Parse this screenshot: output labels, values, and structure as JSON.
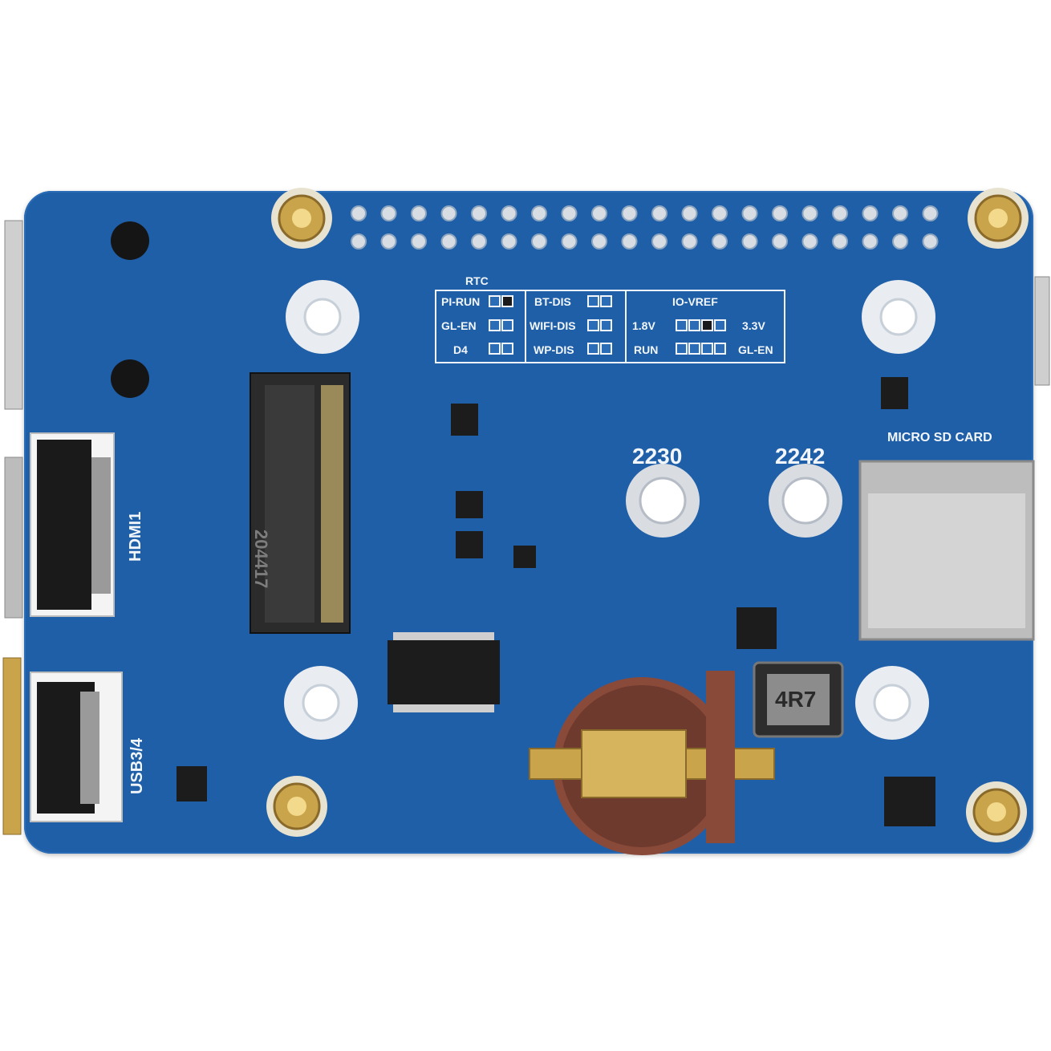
{
  "board": {
    "colors": {
      "pcb": "#1f5fa8",
      "silk": "#f2f6fb",
      "gold": "#c9a44a",
      "socket": "#8a4a3a",
      "metal": "#b9b9b9"
    }
  },
  "labels": {
    "rtc": "RTC",
    "pi_run": "PI-RUN",
    "gl_en": "GL-EN",
    "d4": "D4",
    "bt_dis": "BT-DIS",
    "wifi_dis": "WIFI-DIS",
    "wp_dis": "WP-DIS",
    "io_vref": "IO-VREF",
    "v18": "1.8V",
    "v33": "3.3V",
    "run": "RUN",
    "gl_en2": "GL-EN",
    "m2_2230": "2230",
    "m2_2242": "2242",
    "micro_sd": "MICRO SD CARD",
    "hdmi1": "HDMI1",
    "usb34": "USB3/4",
    "inductor": "4R7",
    "m2_socket_code": "204417"
  },
  "icons": {
    "standoff": "brass-standoff-icon",
    "mount_hole": "mounting-hole-icon",
    "battery": "coin-cell-holder-icon"
  }
}
